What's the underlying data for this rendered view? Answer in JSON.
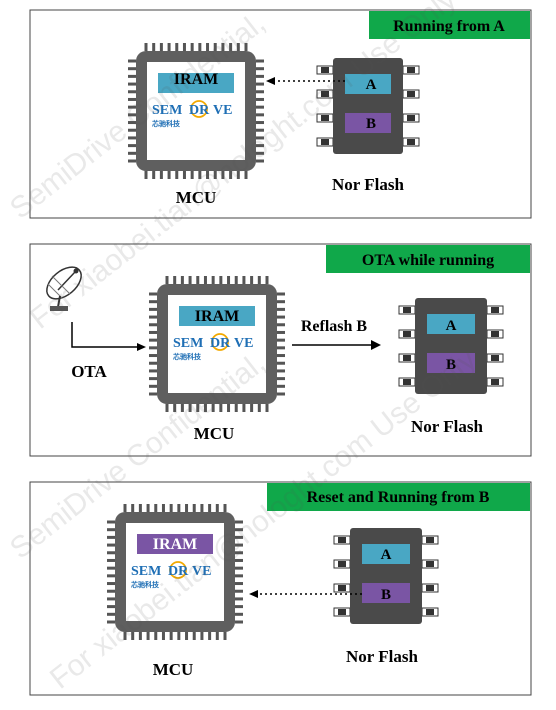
{
  "panels": [
    {
      "banner": "Running from A",
      "iram_label": "IRAM",
      "mcu_label": "MCU",
      "flash_label": "Nor Flash",
      "partition_a": "A",
      "partition_b": "B",
      "iram_color": "#49a7c4",
      "a_color": "#49a7c4",
      "b_color": "#7a55a4"
    },
    {
      "banner": "OTA while running",
      "iram_label": "IRAM",
      "mcu_label": "MCU",
      "flash_label": "Nor Flash",
      "partition_a": "A",
      "partition_b": "B",
      "ota_label": "OTA",
      "reflash_label": "Reflash B",
      "iram_color": "#49a7c4",
      "a_color": "#49a7c4",
      "b_color": "#7a55a4"
    },
    {
      "banner": "Reset and Running from B",
      "iram_label": "IRAM",
      "mcu_label": "MCU",
      "flash_label": "Nor Flash",
      "partition_a": "A",
      "partition_b": "B",
      "iram_color": "#7a55a4",
      "a_color": "#49a7c4",
      "b_color": "#7a55a4"
    }
  ],
  "logo": {
    "word_left": "SEM",
    "word_mid": "DR",
    "word_right": "VE",
    "tagline": "芯驰科技"
  },
  "watermark": {
    "lines": [
      "SemiDrive Confidential,",
      "For xiaobei.tian@nologht.com Use Only"
    ]
  },
  "colors": {
    "banner": "#10a84a",
    "chip_body": "#5f5f5f",
    "flash_body": "#4a4a4a",
    "logo_blue": "#1f6fb5",
    "logo_accent": "#f2a900"
  }
}
